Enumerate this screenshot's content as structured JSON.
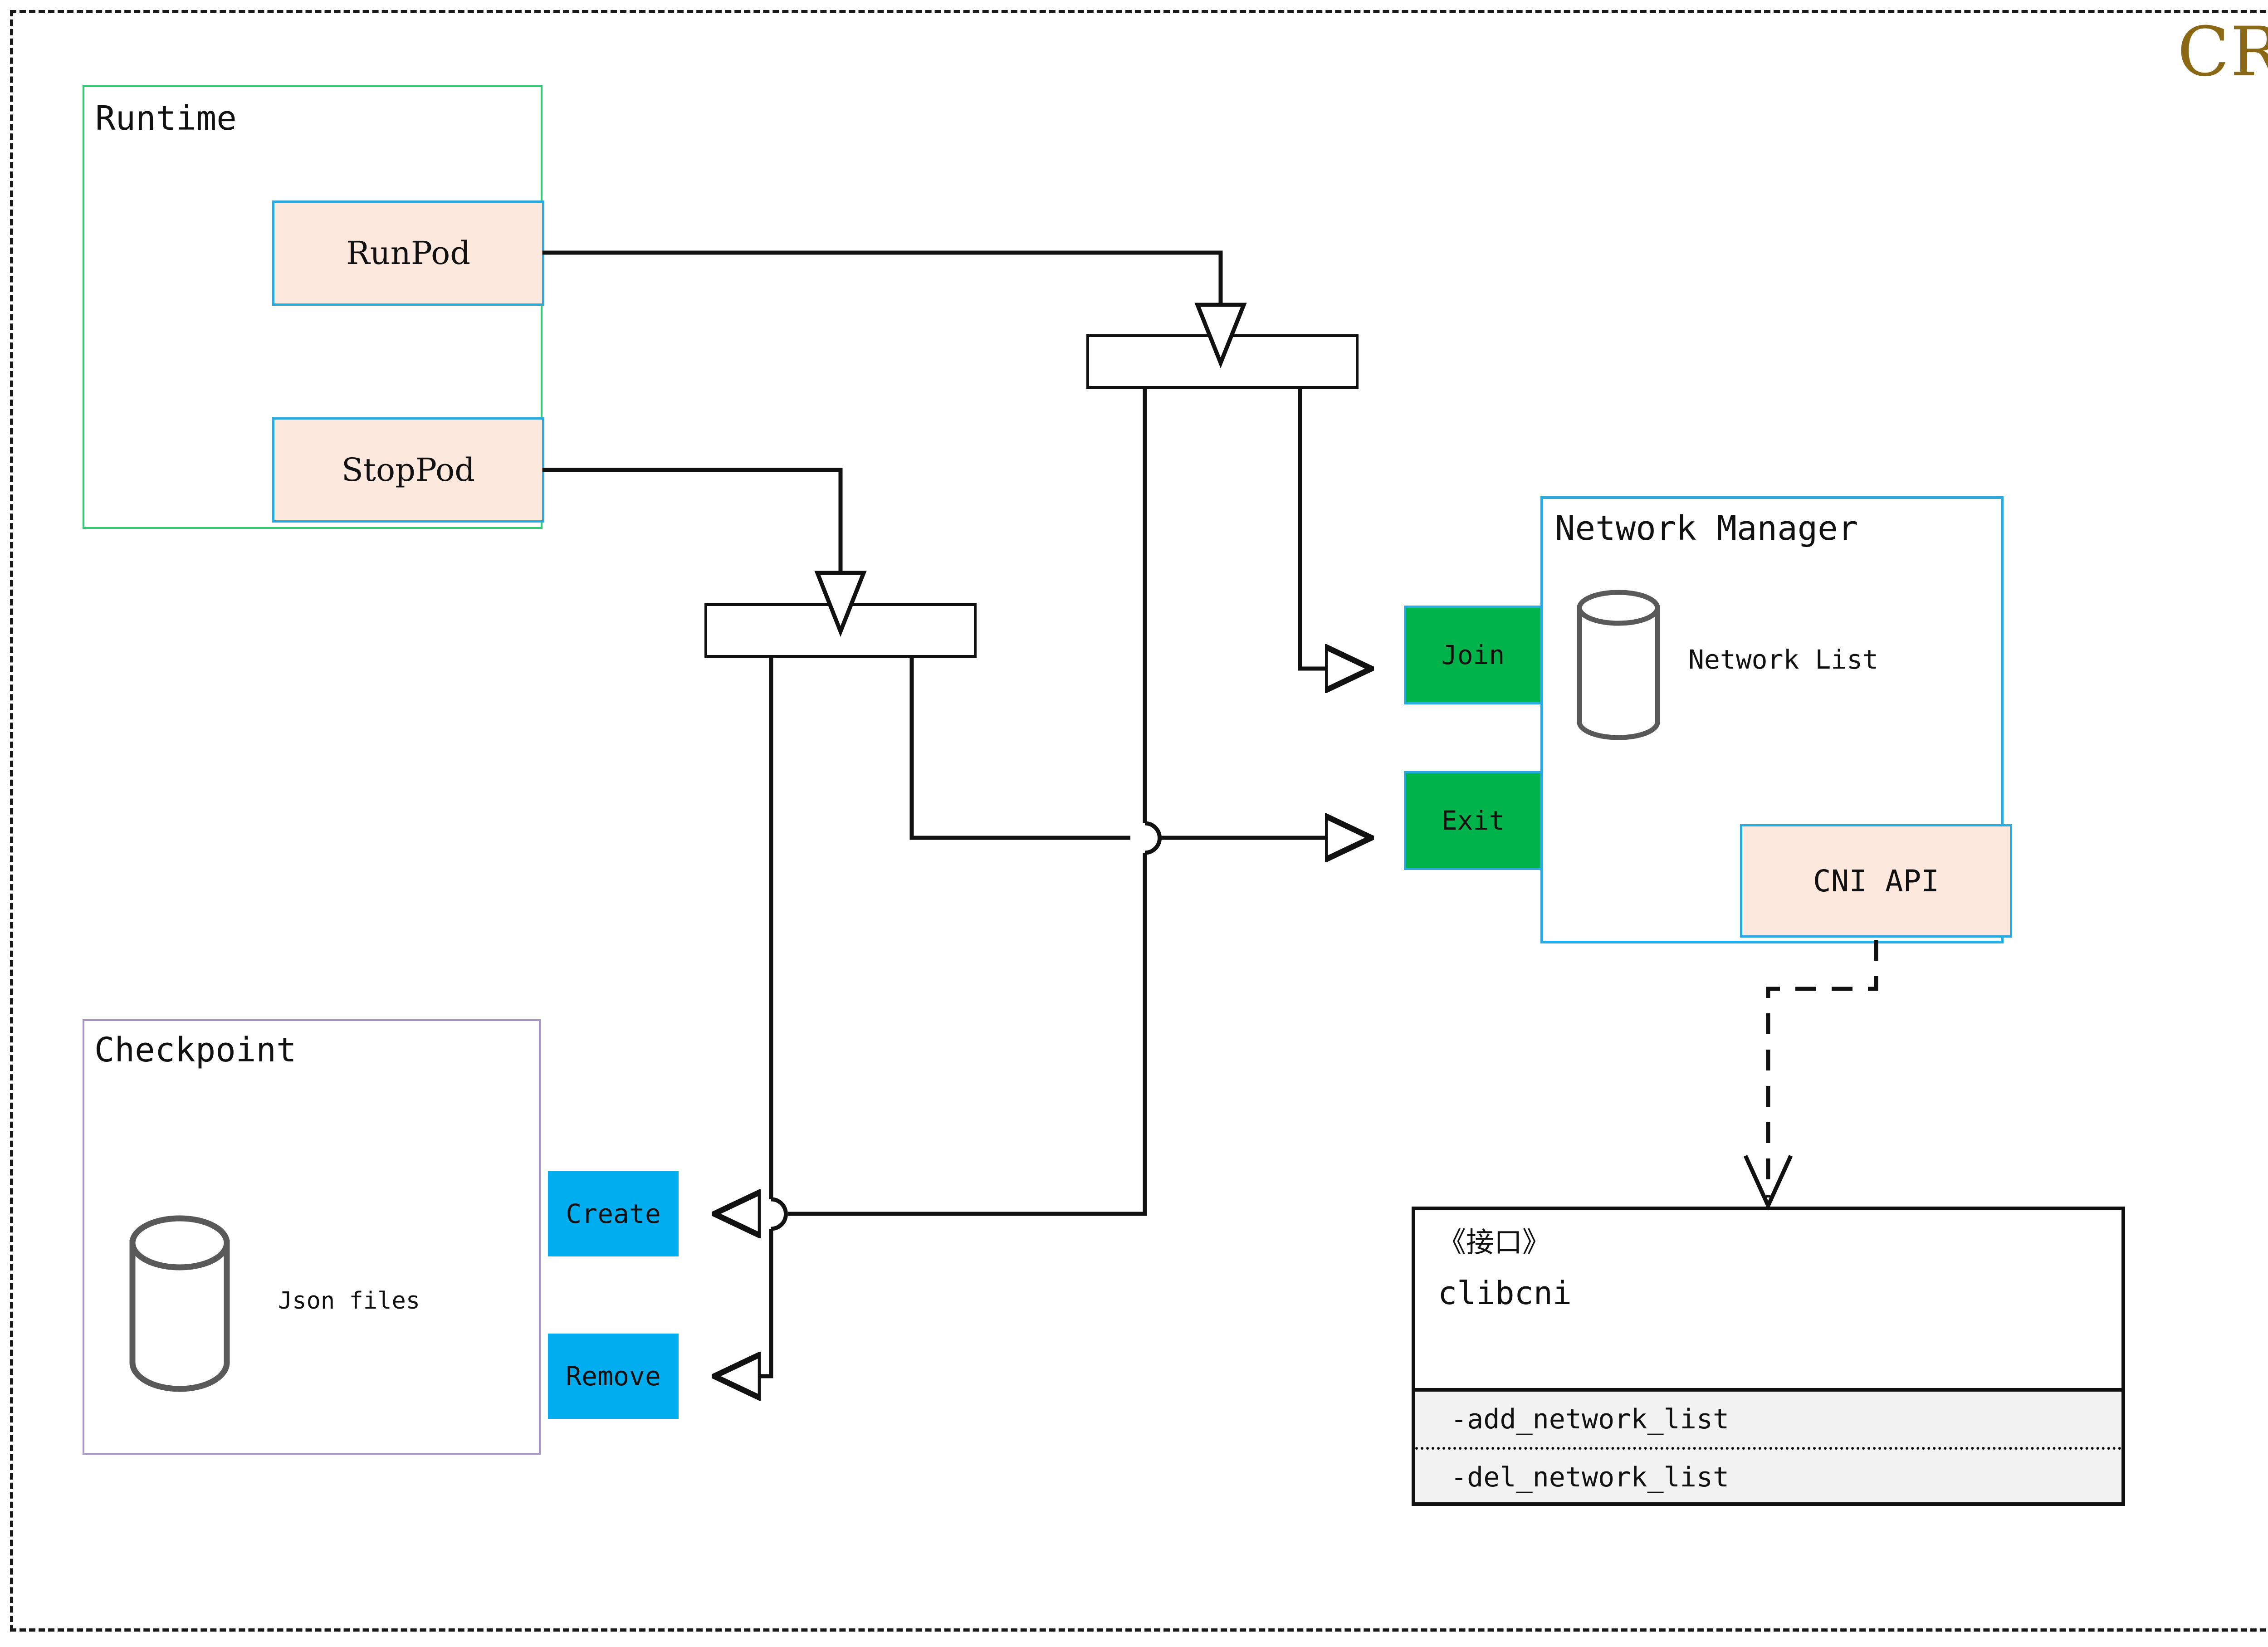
{
  "diagram": {
    "title": "CRI",
    "title_color": "#8B6914"
  },
  "runtime": {
    "title": "Runtime",
    "border_color": "#2ECC71",
    "operations": [
      {
        "label": "RunPod"
      },
      {
        "label": "StopPod"
      }
    ]
  },
  "checkpoint": {
    "title": "Checkpoint",
    "border_color": "#A695C6",
    "store_label": "Json files",
    "operations": [
      {
        "label": "Create"
      },
      {
        "label": "Remove"
      }
    ]
  },
  "network_manager": {
    "title": "Network Manager",
    "border_color": "#29ABE2",
    "store_label": "Network List",
    "ports": [
      {
        "label": "Join"
      },
      {
        "label": "Exit"
      }
    ],
    "api_box": {
      "label": "CNI API"
    }
  },
  "clibcni": {
    "stereotype": "《接口》",
    "name": "clibcni",
    "methods": [
      {
        "label": "-add_network_list"
      },
      {
        "label": "-del_network_list"
      }
    ]
  },
  "colors": {
    "green": "#00B34A",
    "cyan": "#00AEEF",
    "peach": "#FCE8DC",
    "blue_border": "#29ABE2",
    "gray_stroke": "#595959",
    "line": "#111111",
    "methods_bg": "#F2F2F2"
  }
}
